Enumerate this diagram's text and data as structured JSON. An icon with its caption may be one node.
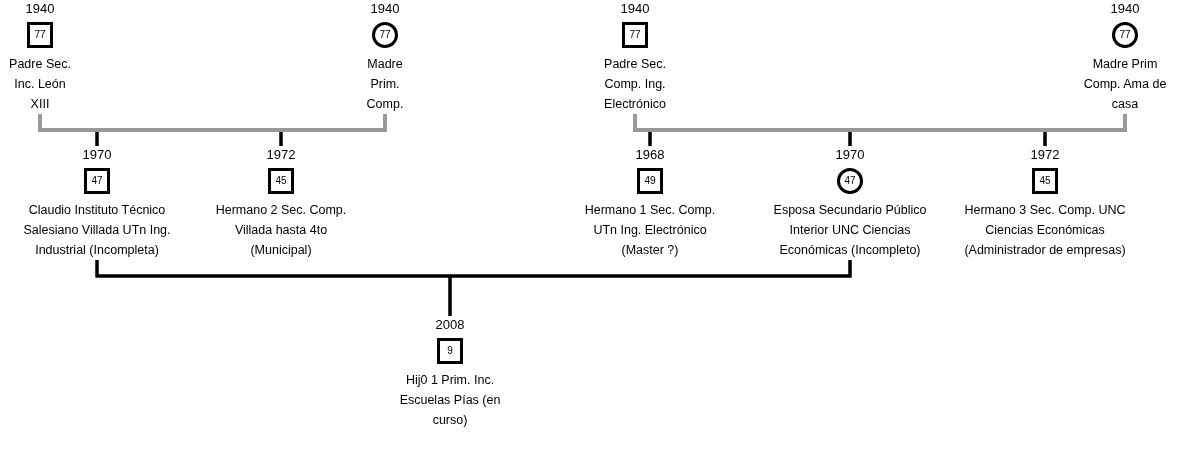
{
  "diagram": {
    "nodes": [
      {
        "text": [
          "1940",
          "77",
          "Padre Sec. Inc. León XIII"
        ]
      },
      {
        "text": [
          "1940",
          "77",
          "Madre Prim. Comp."
        ]
      },
      {
        "text": [
          "1970",
          "47",
          "Claudio Instituto Técnico Salesiano Villada UTn Ing. Industrial (Incompleta)"
        ]
      },
      {
        "text": [
          "1972",
          "45",
          "Hermano 2 Sec. Comp. Villada hasta 4to (Municipal)"
        ]
      },
      {
        "text": [
          "1940",
          "77",
          "Padre Sec. Comp. Ing. Electrónico"
        ]
      },
      {
        "text": [
          "1940",
          "77",
          "Madre Prim Comp. Ama de casa"
        ]
      },
      {
        "text": [
          "1968",
          "49",
          "Hermano 1 Sec. Comp. UTn Ing. Electrónico (Master ?)"
        ]
      },
      {
        "text": [
          "1970",
          "47",
          "Esposa Secundario Público Interior UNC Ciencias Económicas (Incompleto)"
        ]
      },
      {
        "text": [
          "1972",
          "45",
          "Hermano 3 Sec. Comp. UNC Ciencias Económicas (Administrador de empresas)"
        ]
      },
      {
        "text": [
          "2008",
          "9",
          "Hij0 1 Prim. Inc. Escuelas Pías (en curso)"
        ]
      }
    ],
    "edges": [
      {
        "from": 0,
        "to": 1,
        "arrow": "none",
        "color": "#999999"
      },
      {
        "from": 0,
        "to": 2,
        "arrow": "none"
      },
      {
        "from": 1,
        "to": 2,
        "arrow": "none"
      },
      {
        "from": 0,
        "to": 3,
        "arrow": "none"
      },
      {
        "from": 1,
        "to": 3,
        "arrow": "none"
      },
      {
        "from": 4,
        "to": 5,
        "arrow": "none",
        "color": "#999999"
      },
      {
        "from": 4,
        "to": 6,
        "arrow": "none"
      },
      {
        "from": 5,
        "to": 6,
        "arrow": "none"
      },
      {
        "from": 4,
        "to": 7,
        "arrow": "none"
      },
      {
        "from": 5,
        "to": 7,
        "arrow": "none"
      },
      {
        "from": 4,
        "to": 8,
        "arrow": "none"
      },
      {
        "from": 5,
        "to": 8,
        "arrow": "none"
      },
      {
        "from": 2,
        "to": 7,
        "arrow": "none"
      },
      {
        "from": 2,
        "to": 9,
        "arrow": "none"
      },
      {
        "from": 7,
        "to": 9,
        "arrow": "none"
      }
    ]
  }
}
